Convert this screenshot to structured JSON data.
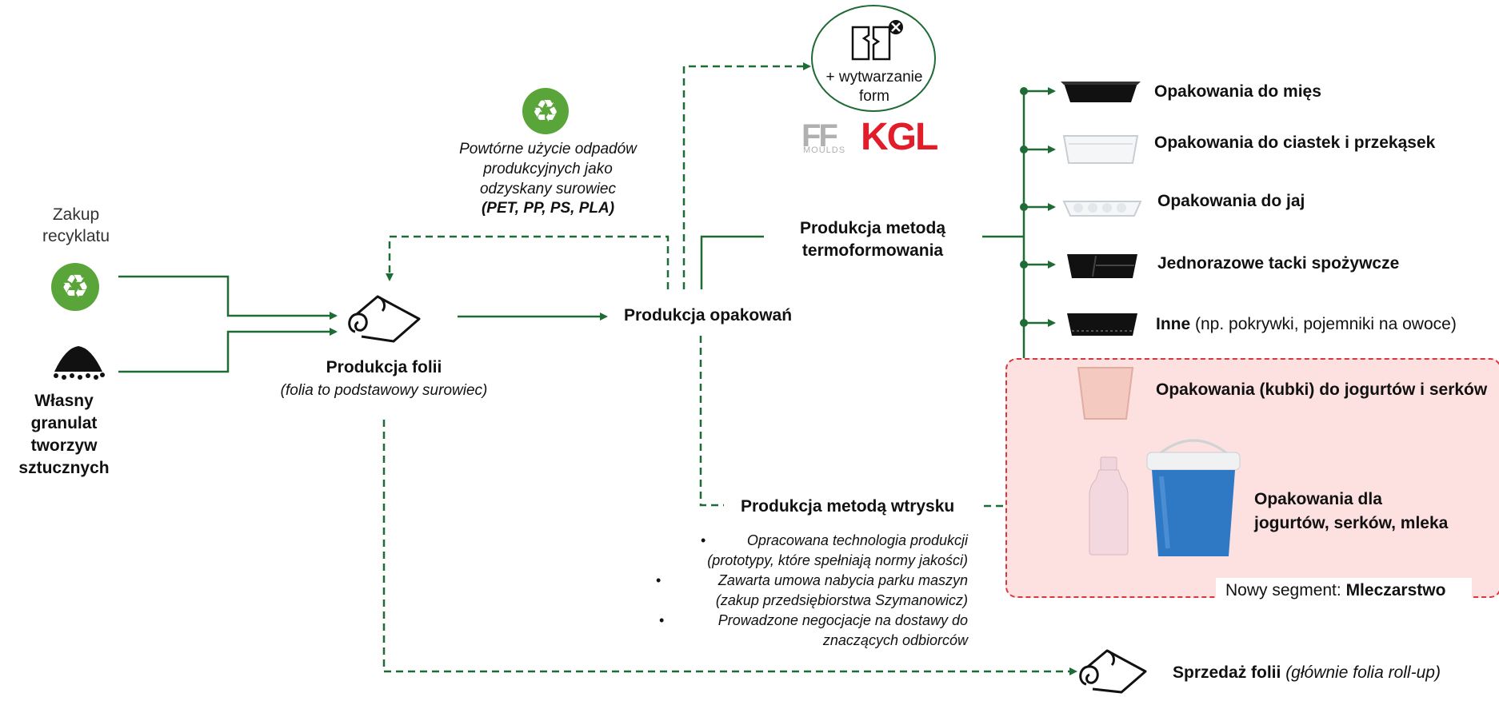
{
  "left": {
    "purchase_label": "Zakup\nrecyklatu",
    "granulate_label": "Własny granulat\ntworzyw\nsztucznych"
  },
  "foil": {
    "title": "Produkcja folii",
    "subtitle": "(folia to podstawowy surowiec)"
  },
  "reuse": {
    "text": "Powtórne użycie odpadów\nprodukcyjnych jako\nodzyskany surowiec",
    "materials": "(PET, PP, PS, PLA)"
  },
  "molds": {
    "circle_text": "+ wytwarzanie\nform",
    "logo_ff": "FF",
    "logo_moulds": "MOULDS",
    "logo_kgl": "KGL"
  },
  "packaging": {
    "title": "Produkcja opakowań"
  },
  "thermo": {
    "title": "Produkcja metodą\ntermoformowania"
  },
  "products": [
    {
      "bold": "Opakowania do mięs",
      "rest": ""
    },
    {
      "bold": "Opakowania do ciastek i przekąsek",
      "rest": ""
    },
    {
      "bold": "Opakowania do jaj",
      "rest": ""
    },
    {
      "bold": "Jednorazowe tacki spożywcze",
      "rest": ""
    },
    {
      "bold": "Inne",
      "rest": " (np. pokrywki, pojemniki na owoce)"
    },
    {
      "bold": "Opakowania (kubki) do jogurtów i serków",
      "rest": ""
    }
  ],
  "injection": {
    "title": "Produkcja metodą wtrysku",
    "bullets": [
      "Opracowana technologia produkcji\n(prototypy, które spełniają normy jakości)",
      "Zawarta umowa nabycia parku maszyn\n(zakup przedsiębiorstwa Szymanowicz)",
      "Prowadzone negocjacje na dostawy do\nznaczących odbiorców"
    ]
  },
  "dairy": {
    "product": "Opakowania dla\njogurtów, serków, mleka",
    "segment_prefix": "Nowy segment: ",
    "segment_name": "Mleczarstwo"
  },
  "sale": {
    "bold": "Sprzedaż folii",
    "italic": " (głównie folia roll-up)"
  },
  "colors": {
    "green": "#1e6b35",
    "recycle_green": "#5aa53a",
    "highlight_bg": "#fde0e0",
    "highlight_border": "#d9363e",
    "kgl_red": "#e11d2a"
  }
}
